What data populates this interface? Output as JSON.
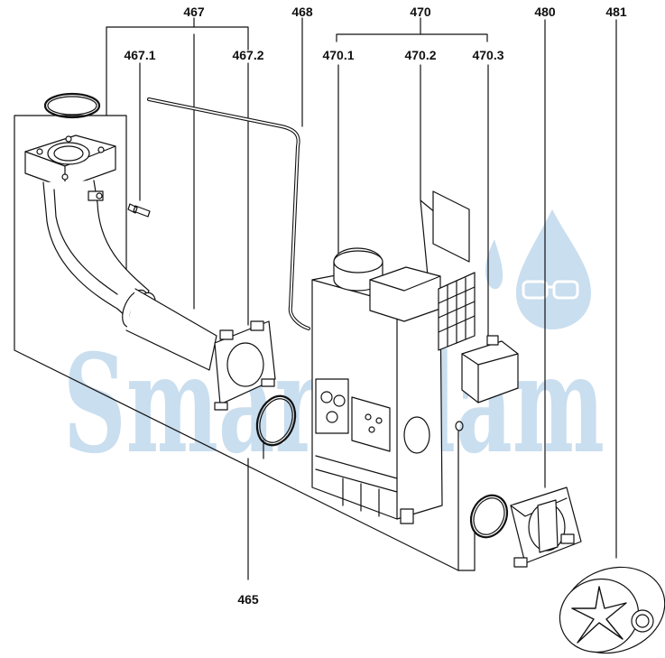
{
  "labels": {
    "l467": "467",
    "l467_1": "467.1",
    "l467_2": "467.2",
    "l468": "468",
    "l470": "470",
    "l470_1": "470.1",
    "l470_2": "470.2",
    "l470_3": "470.3",
    "l480": "480",
    "l481": "481",
    "l465": "465"
  },
  "watermark": {
    "text": "SmartFlam"
  },
  "colors": {
    "line": "#111111",
    "watermark": "#9dc2e1",
    "background": "#ffffff"
  }
}
